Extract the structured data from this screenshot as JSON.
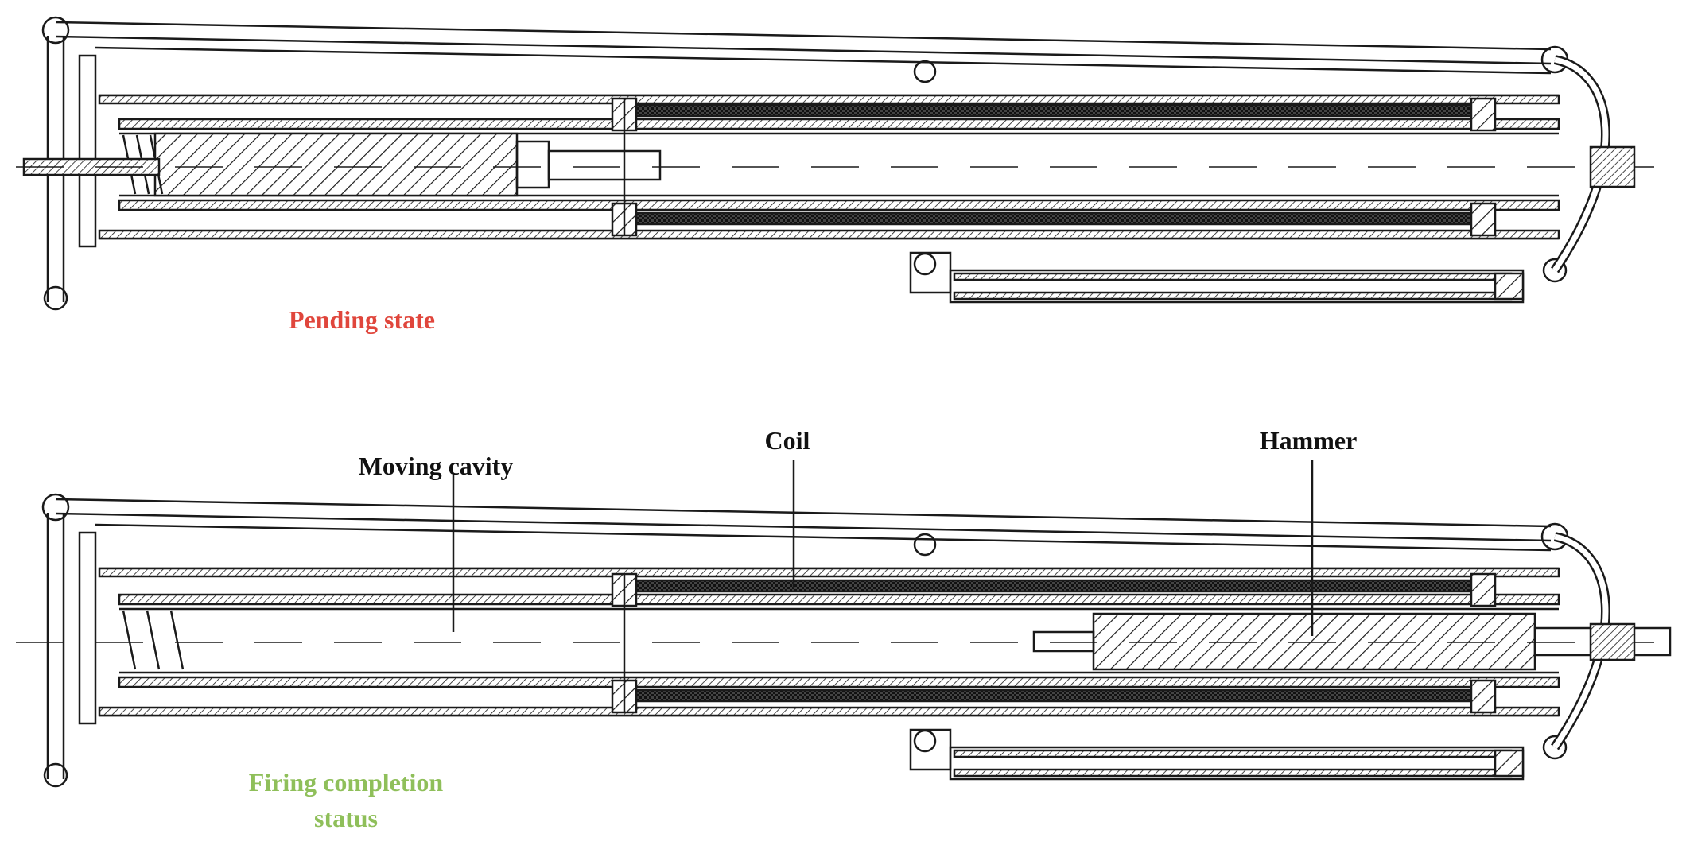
{
  "states": {
    "pending": {
      "label": "Pending state",
      "color": "#e0463c"
    },
    "firing": {
      "label_line1": "Firing completion",
      "label_line2": "status",
      "color": "#8fbf5a"
    }
  },
  "callouts": {
    "moving_cavity": "Moving cavity",
    "coil": "Coil",
    "hammer": "Hammer"
  },
  "colors": {
    "line": "#1a1a1a",
    "label": "#111111"
  }
}
